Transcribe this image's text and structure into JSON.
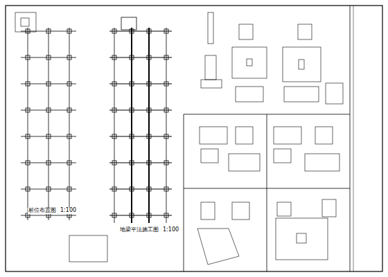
{
  "diagram": {
    "labels": [
      "桩位布置图",
      "1:100",
      "地梁平法施工图",
      "1:100"
    ]
  }
}
